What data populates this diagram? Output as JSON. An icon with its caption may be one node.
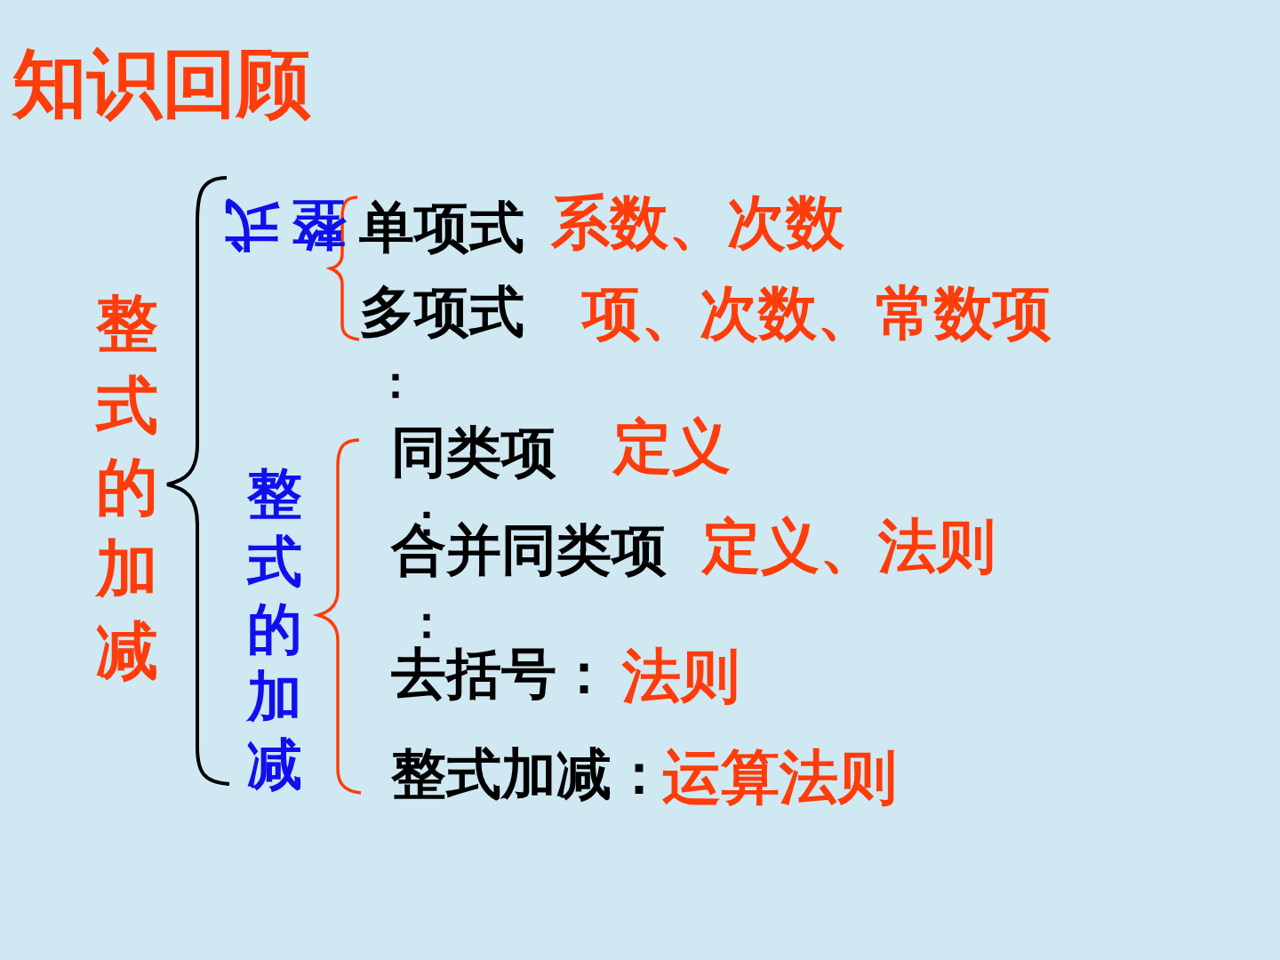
{
  "diagram": {
    "title": "知识回顾",
    "labels": [
      "整式的加减",
      "整式",
      "单项式",
      "系数、次数",
      "多项式",
      "项、次数、常数项",
      "：",
      "整式的加减",
      "同类项",
      "定义",
      "：",
      "合并同类项",
      "定义、法则",
      "：",
      "去括号：",
      "法则",
      "整式加减：",
      "运算法则"
    ]
  }
}
